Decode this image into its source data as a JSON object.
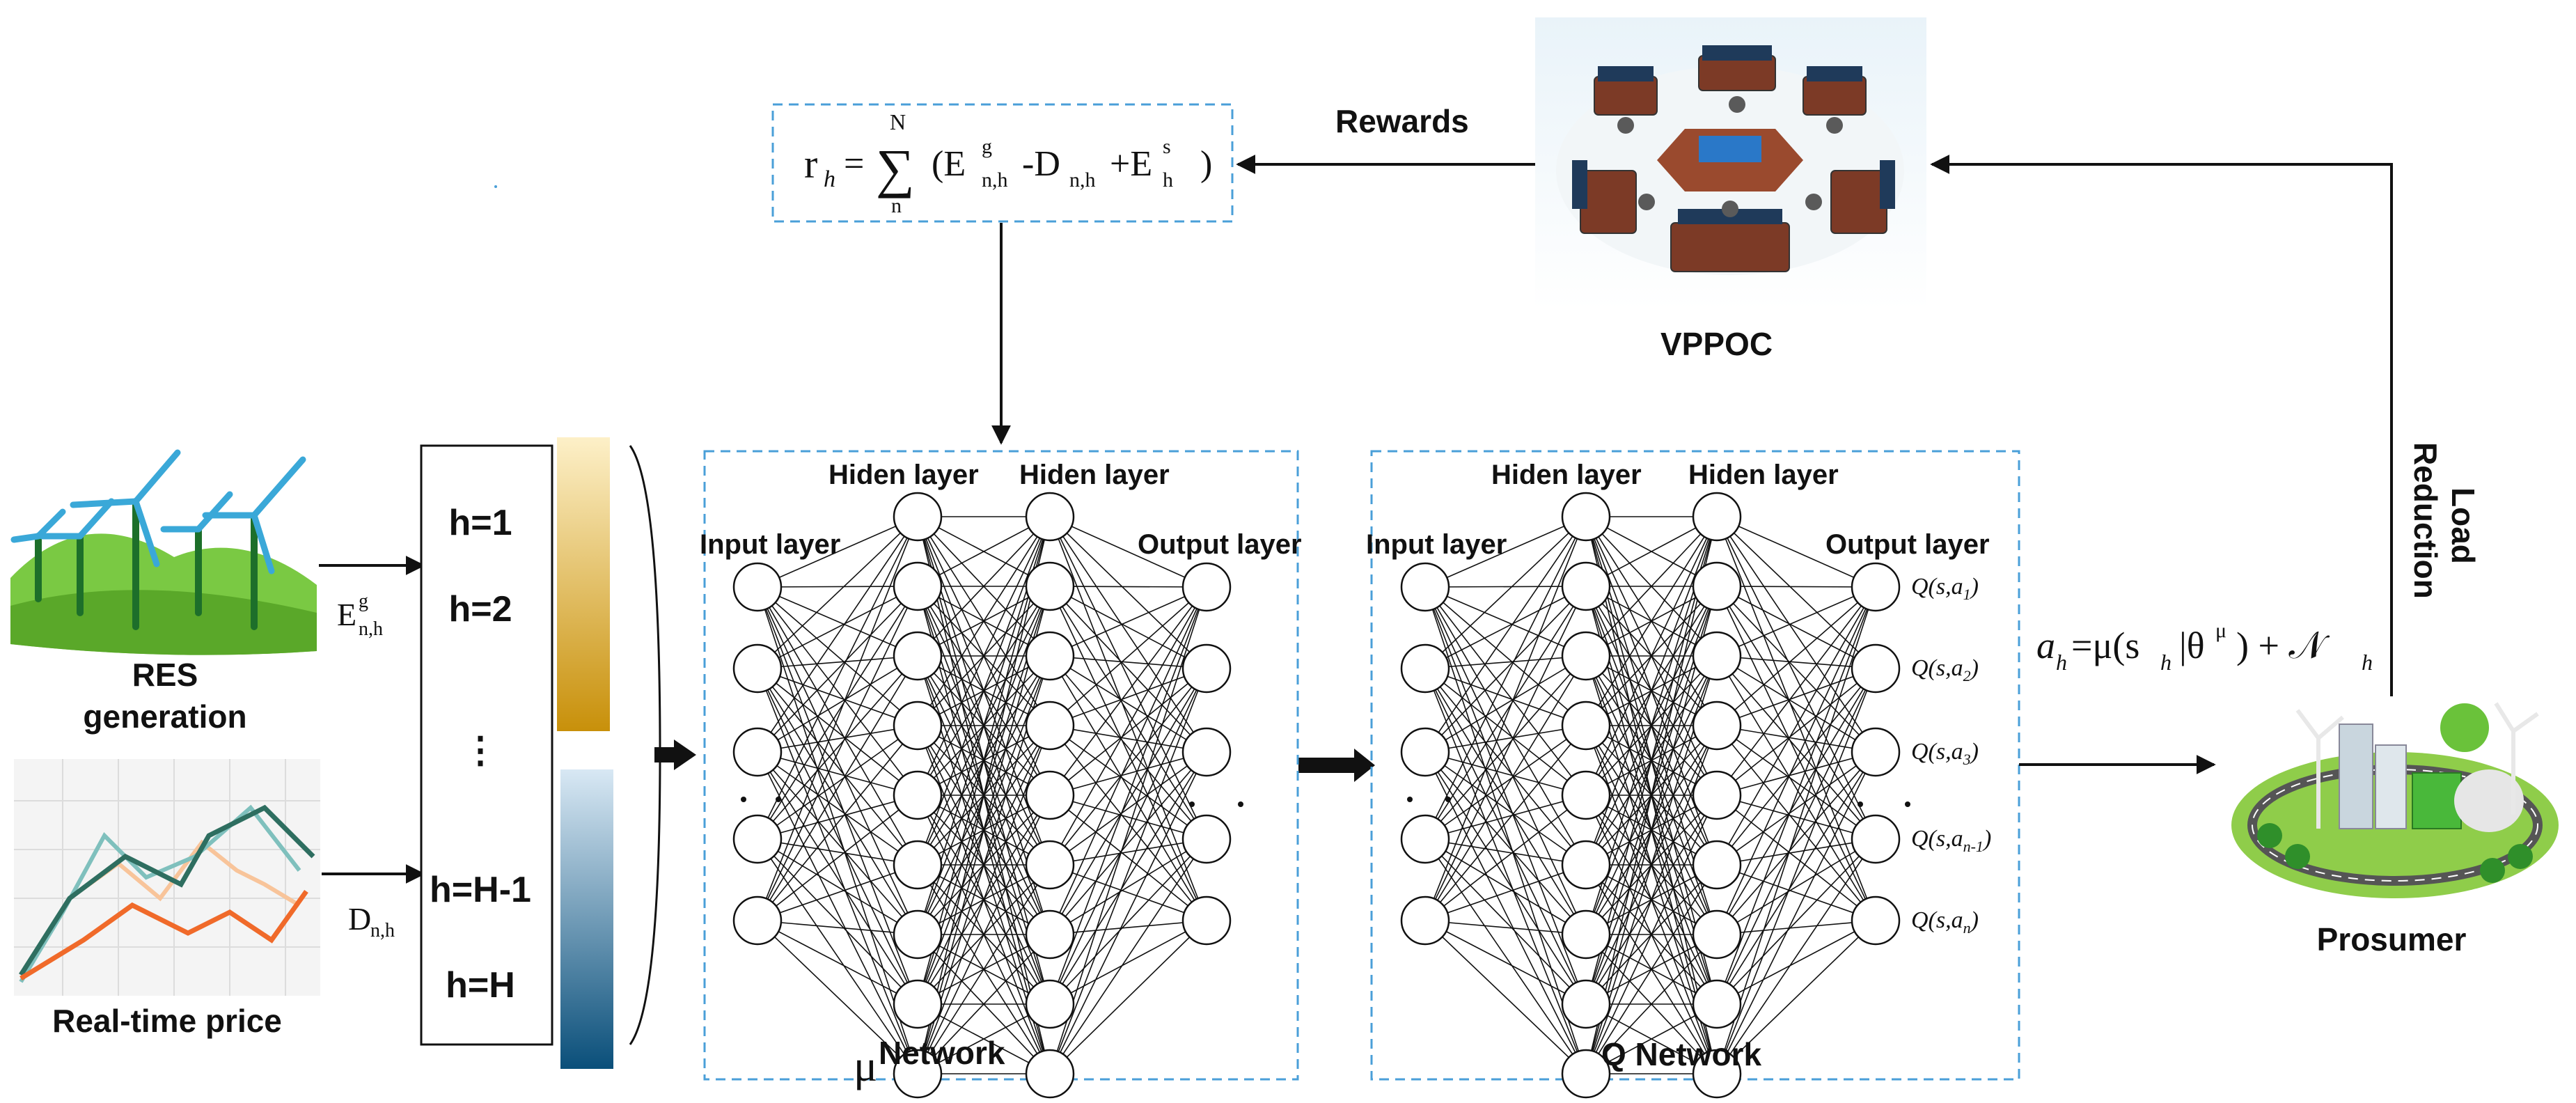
{
  "formula": {
    "reward_lhs": "r",
    "reward_lhs_sub": "h",
    "equals": "=",
    "sum_upper": "N",
    "sum_lower": "n",
    "body_open": "(E",
    "e_g_sup": "g",
    "e_g_sub": "n,h",
    "minus_d": "-D",
    "d_sub": "n,h",
    "plus_e": "+E",
    "e_s_sup": "s",
    "e_s_sub": "h",
    "body_close": ")"
  },
  "labels": {
    "rewards": "Rewards",
    "vppoc": "VPPOC",
    "load_reduction_line1": "Load",
    "load_reduction_line2": "Reduction",
    "res_line1": "RES",
    "res_line2": "generation",
    "realtime_price": "Real-time price",
    "prosumer": "Prosumer",
    "eg_main": "E",
    "eg_sup": "g",
    "eg_sub": "n,h",
    "d_main": "D",
    "d_sub": "n,h"
  },
  "horizon": {
    "items": [
      "h=1",
      "h=2",
      "⋮",
      "h=H-1",
      "h=H"
    ]
  },
  "mu_network": {
    "hidden1": "Hiden  layer",
    "hidden2": "Hiden layer",
    "input": "Input layer",
    "output": "Output layer",
    "title_mu": "μ",
    "title_rest": "Network"
  },
  "q_network": {
    "hidden1": "Hiden  layer",
    "hidden2": "Hiden layer",
    "input": "Input layer",
    "output": "Output layer",
    "title": "Q Network",
    "q_outputs": [
      {
        "pre": "Q(s,a",
        "sub": "1",
        "post": ")"
      },
      {
        "pre": "Q(s,a",
        "sub": "2",
        "post": ")"
      },
      {
        "pre": "Q(s,a",
        "sub": "3",
        "post": ")"
      },
      {
        "pre": "Q(s,a",
        "sub": "n-1",
        "post": ")"
      },
      {
        "pre": "Q(s,a",
        "sub": "n",
        "post": ")"
      }
    ]
  },
  "action_formula": {
    "a": "a",
    "a_sub": "h",
    "eq": "=μ(s",
    "s_sub": "h",
    "bar": "|θ",
    "theta_sup": "μ",
    "rest": ") + 𝒩",
    "n_sub": "h"
  },
  "colors": {
    "dashed_box": "#4a9fd8",
    "price_gradient_top": "#fdf0c8",
    "price_gradient_bottom": "#c8900a",
    "res_gradient_top": "#d8e8f4",
    "res_gradient_bottom": "#0a4f7a",
    "line_dark_green": "#2e6e60",
    "line_light_teal": "#7fc0bd",
    "line_peach": "#f8c49a",
    "line_orange": "#f06a2a"
  }
}
